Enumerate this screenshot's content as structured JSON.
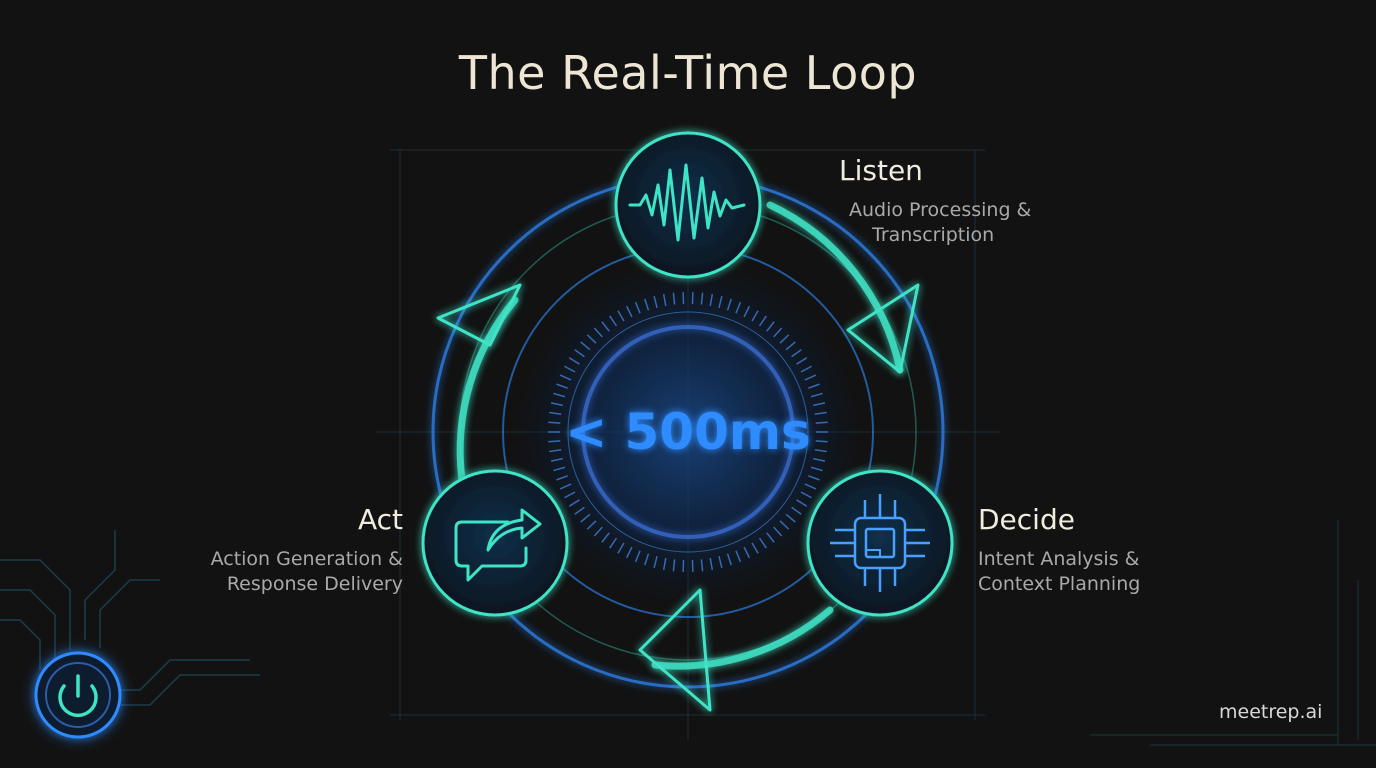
{
  "title": "The Real-Time Loop",
  "center_label": "< 500ms",
  "stages": {
    "listen": {
      "title": "Listen",
      "desc_line1": "Audio Processing &",
      "desc_line2": "Transcription",
      "icon": "waveform-icon"
    },
    "decide": {
      "title": "Decide",
      "desc_line1": "Intent Analysis &",
      "desc_line2": "Context Planning",
      "icon": "chip-icon"
    },
    "act": {
      "title": "Act",
      "desc_line1": "Action Generation &",
      "desc_line2": "Response Delivery",
      "icon": "chat-share-icon"
    }
  },
  "brand": "meetrep.ai",
  "corner_icon": "power-icon",
  "colors": {
    "background": "#121212",
    "teal": "#3fe3c6",
    "blue": "#2f8cff",
    "title": "#ede6d4"
  }
}
